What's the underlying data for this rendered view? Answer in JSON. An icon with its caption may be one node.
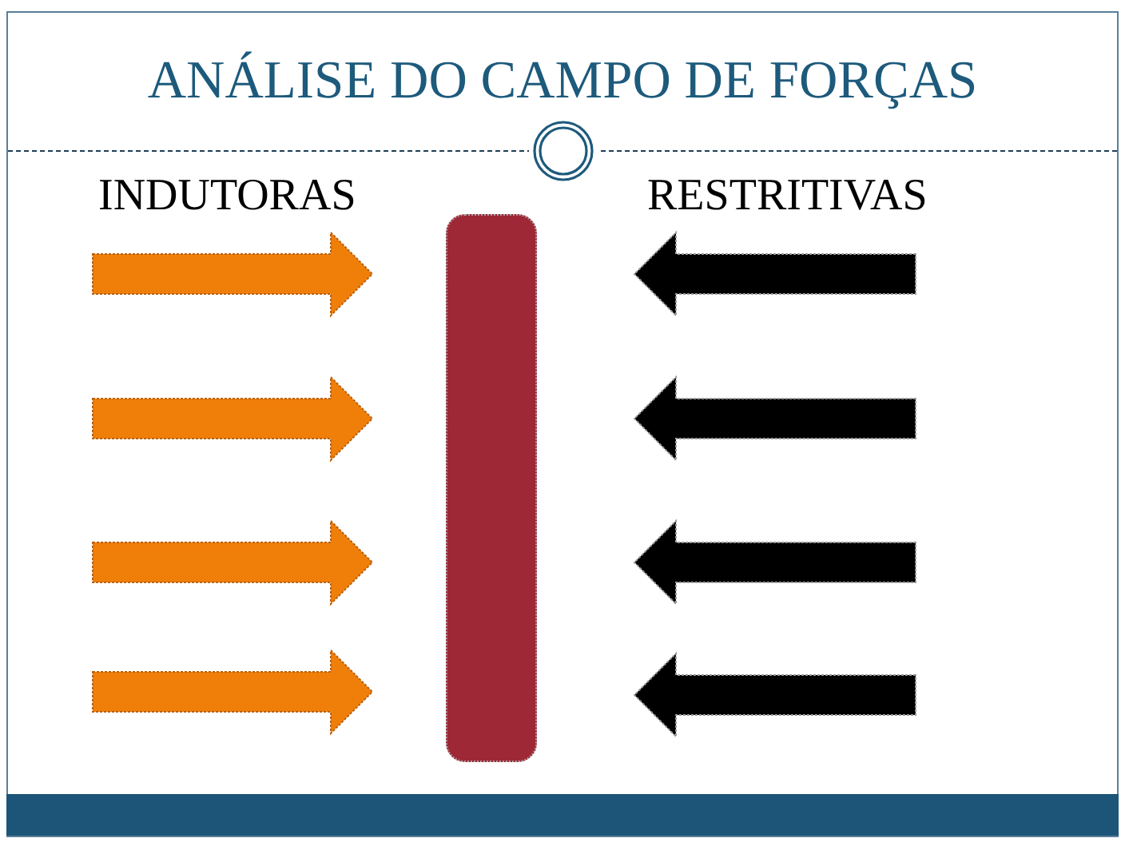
{
  "diagram": {
    "title": "ANÁLISE DO CAMPO DE FORÇAS",
    "nodes": [
      {
        "text": [],
        "shape": "bar"
      }
    ],
    "labels": [
      "INDUTORAS",
      "RESTRITIVAS"
    ]
  }
}
